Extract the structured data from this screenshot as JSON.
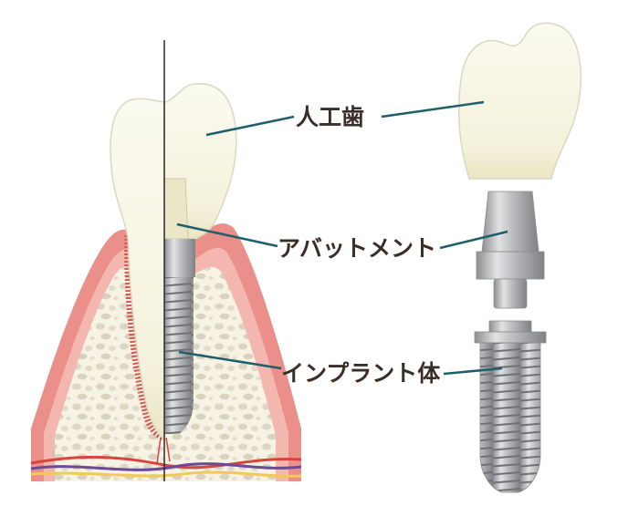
{
  "labels": {
    "crown": "人工歯",
    "abutment": "アバットメント",
    "implant": "インプラント体"
  },
  "colors": {
    "crown": "#f4f2df",
    "gum": "#ea8f8a",
    "gum_light": "#f4b7b0",
    "bone": "#f3eedf",
    "bone_pores": "#dcd6c3",
    "metal": "#a9abae",
    "leader_line": "#1f5f6b",
    "label_text": "#3a2e28",
    "nerve_red": "#d8453d",
    "nerve_purple": "#6c4a9a",
    "nerve_yellow": "#f1c955"
  },
  "parts": [
    "crown",
    "abutment",
    "implant"
  ]
}
